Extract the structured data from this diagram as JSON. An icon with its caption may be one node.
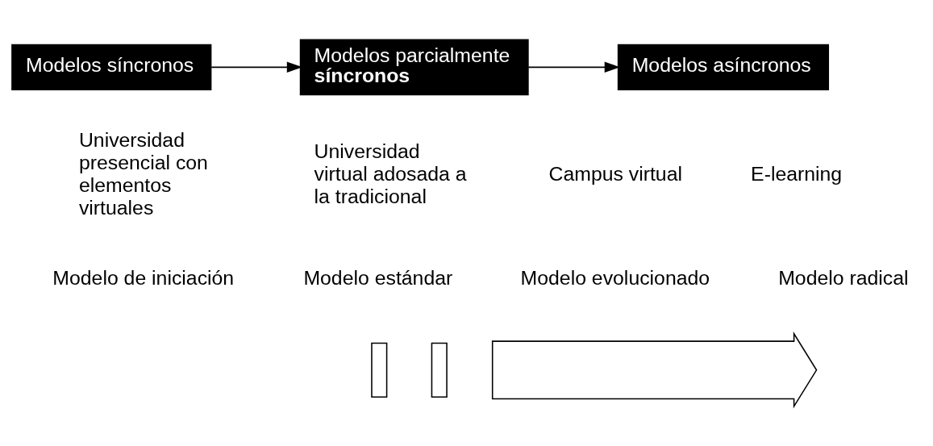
{
  "diagram": {
    "nodes": [
      {
        "text": [
          "Modelos síncronos"
        ]
      },
      {
        "text": [
          "Modelos parcialmente **síncronos**"
        ]
      },
      {
        "text": [
          "Modelos asíncronos"
        ]
      },
      {
        "text": [],
        "shape": "bar"
      },
      {
        "text": [],
        "shape": "bar"
      },
      {
        "text": [],
        "shape": "arrow"
      }
    ],
    "edges": [
      {
        "from": 0,
        "to": 1,
        "arrow": "to"
      },
      {
        "from": 1,
        "to": 2,
        "arrow": "to"
      }
    ],
    "labels": [
      "Universidad presencial con elementos virtuales",
      "Universidad virtual adosada a la tradicional",
      "Campus virtual",
      "E-learning",
      "Modelo de iniciación",
      "Modelo estándar",
      "Modelo evolucionado",
      "Modelo radical"
    ]
  }
}
